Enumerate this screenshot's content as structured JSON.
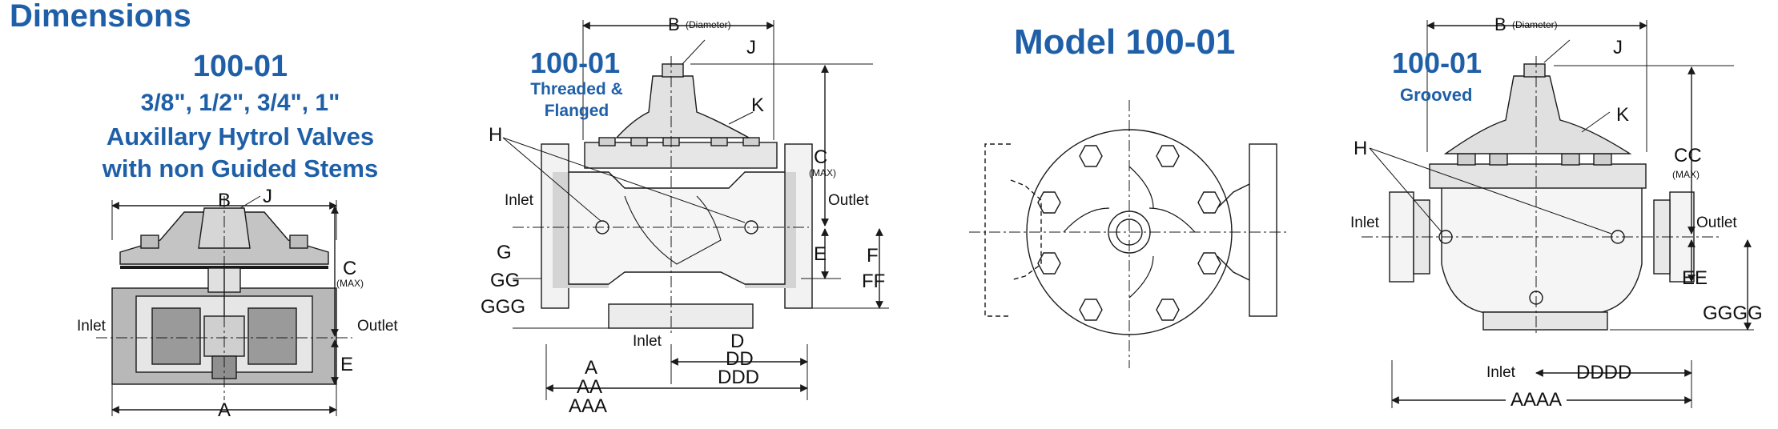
{
  "page_title": "Dimensions",
  "panel1": {
    "model": "100-01",
    "sizes": "3/8\", 1/2\", 3/4\", 1\"",
    "desc_line1": "Auxillary Hytrol Valves",
    "desc_line2": "with non Guided Stems",
    "labels": {
      "B": "B",
      "J": "J",
      "C": "C",
      "max": "(MAX)",
      "inlet": "Inlet",
      "outlet": "Outlet",
      "E": "E",
      "A": "A"
    }
  },
  "panel2": {
    "model": "100-01",
    "sub1": "Threaded &",
    "sub2": "Flanged",
    "labels": {
      "B": "B",
      "diameter": "(Diameter)",
      "J": "J",
      "K": "K",
      "H": "H",
      "C": "C",
      "max": "(MAX)",
      "inlet": "Inlet",
      "outlet": "Outlet",
      "G": "G",
      "GG": "GG",
      "GGG": "GGG",
      "E": "E",
      "F": "F",
      "FF": "FF",
      "inlet_bottom": "Inlet",
      "D": "D",
      "DD": "DD",
      "DDD": "DDD",
      "A": "A",
      "AA": "AA",
      "AAA": "AAA"
    }
  },
  "panel3": {
    "title": "Model 100-01"
  },
  "panel4": {
    "model": "100-01",
    "sub": "Grooved",
    "labels": {
      "B": "B",
      "diameter": "(Diameter)",
      "J": "J",
      "K": "K",
      "H": "H",
      "CC": "CC",
      "max": "(MAX)",
      "inlet": "Inlet",
      "outlet": "Outlet",
      "EE": "EE",
      "GGGG": "GGGG",
      "inlet_bottom": "Inlet",
      "DDDD": "DDDD",
      "AAAA": "AAAA"
    }
  },
  "colors": {
    "brand_blue": "#1f5fa8",
    "body_gray": "#d8d8d8",
    "section_gray": "#a9a9a9",
    "line": "#1a1a1a"
  }
}
